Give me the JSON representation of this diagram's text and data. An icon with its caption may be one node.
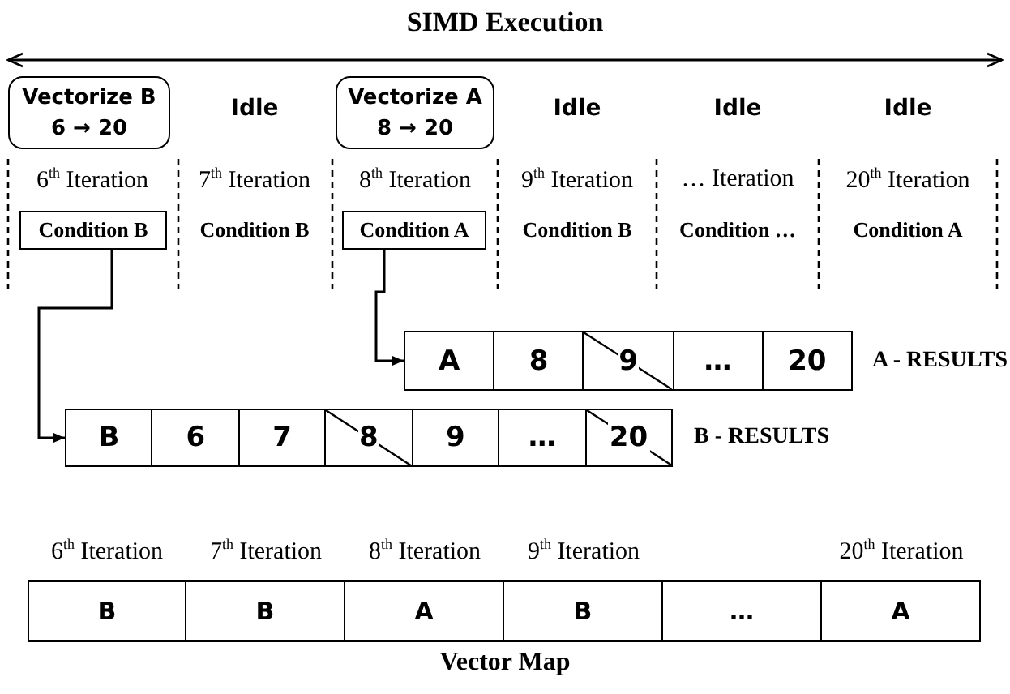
{
  "diagram": {
    "title": "SIMD Execution",
    "caption": "Vector Map",
    "nodes": [
      {
        "text": [
          "Vectorize B",
          "6 → 20"
        ]
      },
      {
        "text": [
          "Vectorize A",
          "8 → 20"
        ]
      },
      {
        "text": [
          "Condition B"
        ]
      },
      {
        "text": [
          "Condition A"
        ]
      },
      {
        "text": [
          "A",
          "8",
          "9",
          "…",
          "20"
        ],
        "beside": [
          "A - RESULTS"
        ]
      },
      {
        "text": [
          "B",
          "6",
          "7",
          "8",
          "9",
          "…",
          "20"
        ],
        "beside": [
          "B - RESULTS"
        ]
      }
    ],
    "edges": [
      {
        "from": 2,
        "to": 5,
        "arrow": "to"
      },
      {
        "from": 3,
        "to": 4,
        "arrow": "to"
      }
    ],
    "labels": [
      "Idle",
      "Idle",
      "Idle",
      "Idle",
      "6$^{th}$ Iteration",
      "7$^{th}$ Iteration",
      "8$^{th}$ Iteration",
      "9$^{th}$ Iteration",
      "… Iteration",
      "20$^{th}$ Iteration",
      "Condition B",
      "Condition B",
      "Condition …",
      "Condition A",
      "6$^{th}$ Iteration",
      "7$^{th}$ Iteration",
      "8$^{th}$ Iteration",
      "9$^{th}$ Iteration",
      "20$^{th}$ Iteration",
      "B",
      "B",
      "A",
      "B",
      "…",
      "A"
    ]
  }
}
